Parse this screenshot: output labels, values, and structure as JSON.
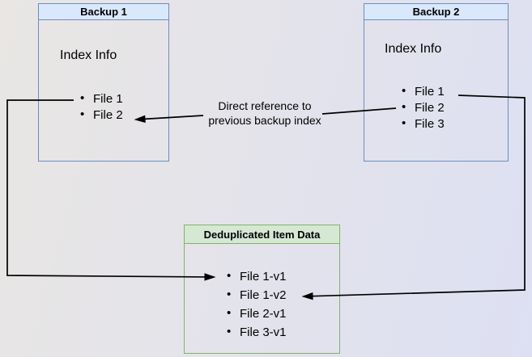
{
  "diagram": {
    "nodes": {
      "backup1": {
        "title": "Backup 1",
        "section_label": "Index Info",
        "files": [
          "File 1",
          "File 2"
        ]
      },
      "backup2": {
        "title": "Backup 2",
        "section_label": "Index Info",
        "files": [
          "File 1",
          "File 2",
          "File 3"
        ]
      },
      "dedup": {
        "title": "Deduplicated Item Data",
        "items": [
          "File 1-v1",
          "File 1-v2",
          "File 2-v1",
          "File 3-v1"
        ]
      }
    },
    "edges": {
      "reference": {
        "from": "Backup 2 / File 2",
        "to": "Backup 1 / File 2",
        "label_line1": "Direct reference to",
        "label_line2": "previous backup index"
      },
      "backup1_file1_to_dedup": {
        "from": "Backup 1 / File 1",
        "to": "Deduplicated Item Data / File 1-v1"
      },
      "backup2_file1_to_dedup": {
        "from": "Backup 2 / File 1",
        "to": "Deduplicated Item Data / File 1-v2"
      }
    },
    "colors": {
      "bg_from": "#e9e6e3",
      "bg_to": "#dde0f3",
      "blue_fill": "#dae8fc",
      "blue_border": "#6c8ebf",
      "green_fill": "#d5e8d4",
      "green_border": "#82b366",
      "arrow_color": "#000000",
      "text_color": "#000000"
    }
  }
}
